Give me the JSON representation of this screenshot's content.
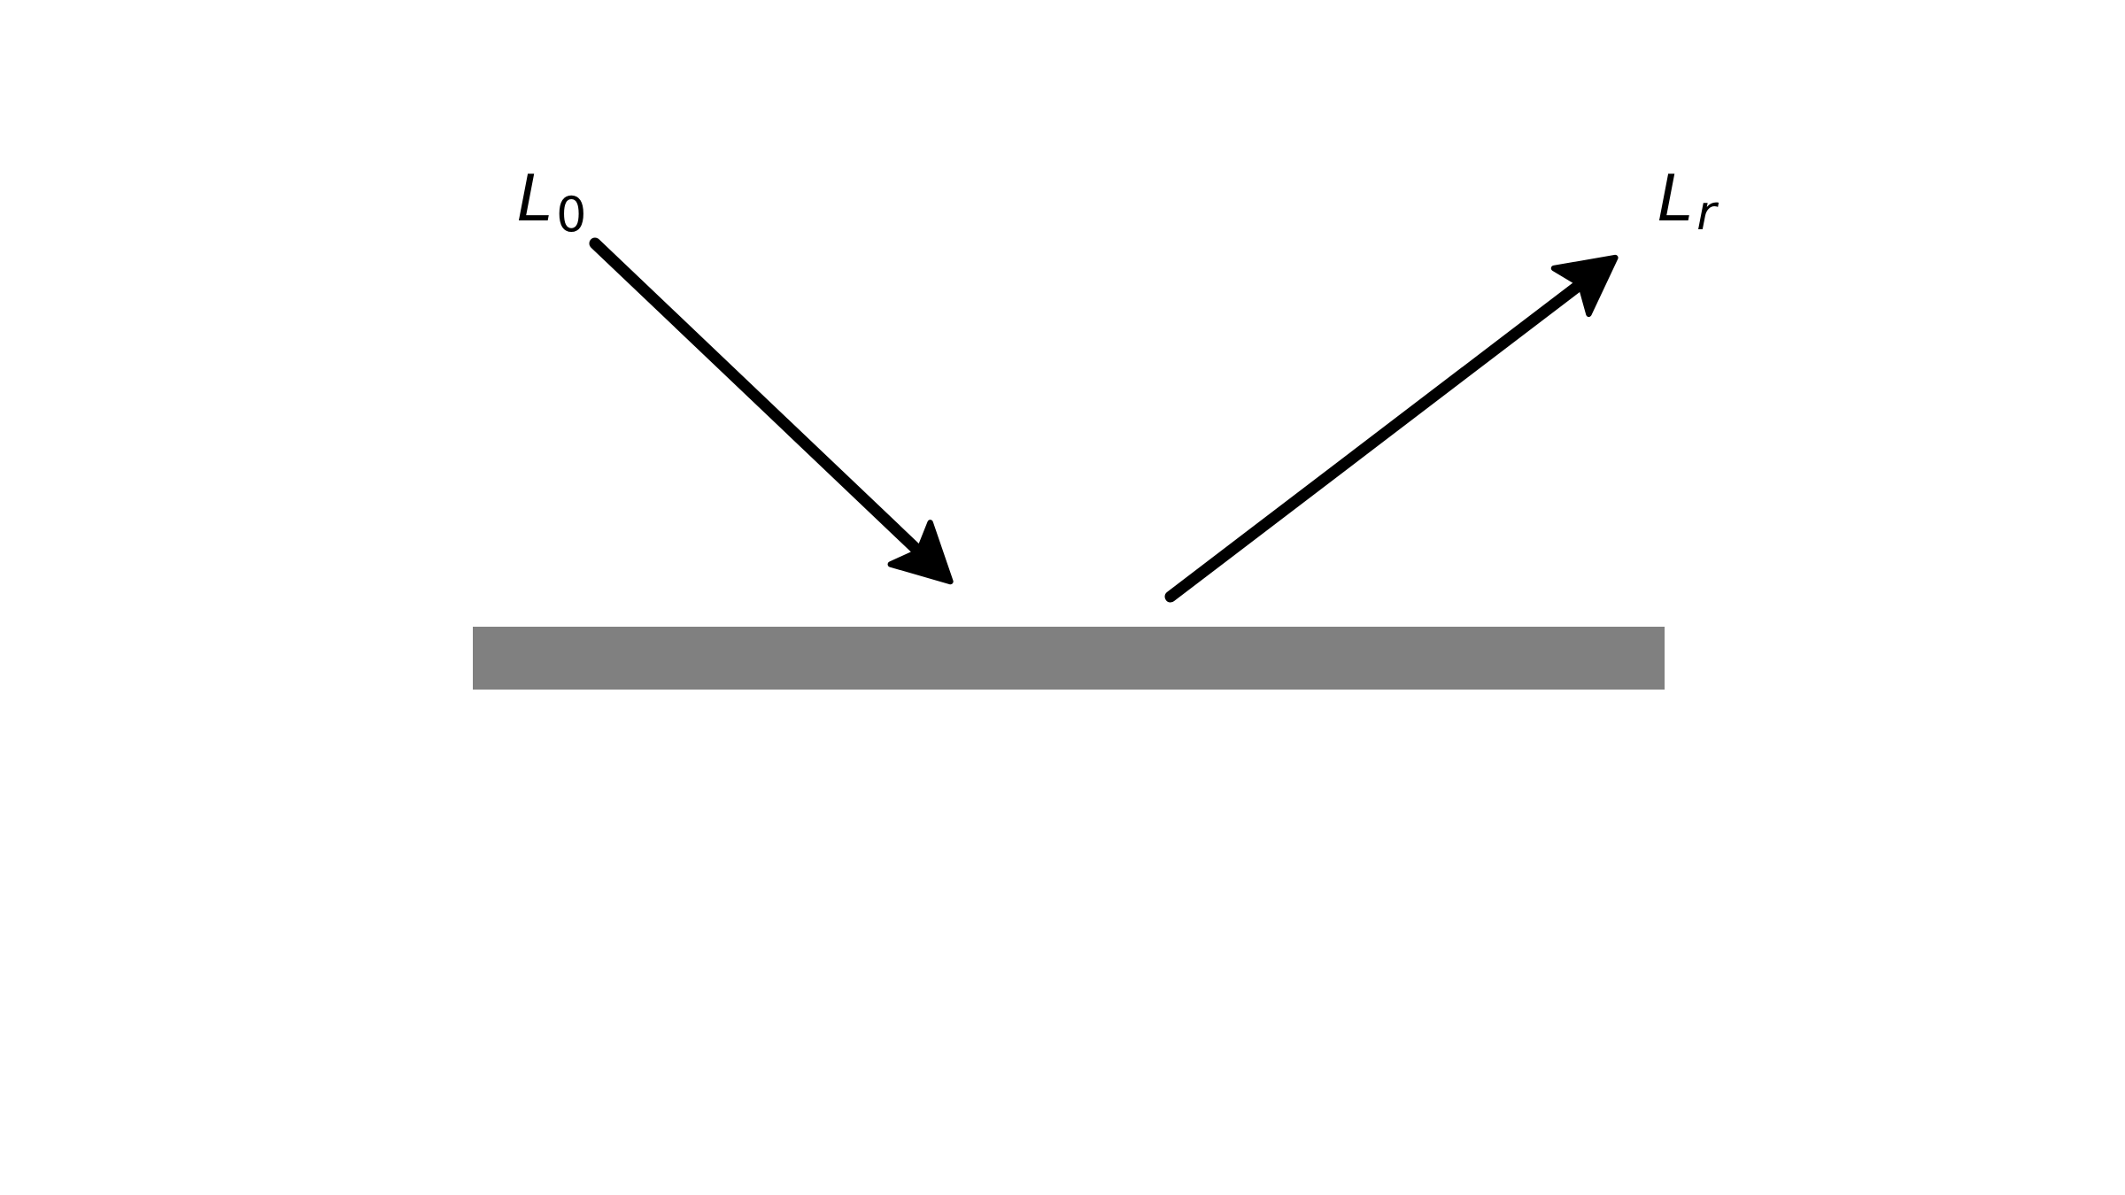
{
  "diagram": {
    "incident_label": {
      "main": "L",
      "sub": "0"
    },
    "reflected_label": {
      "main": "L",
      "sub": "r"
    },
    "colors": {
      "surface": "#808080",
      "arrow": "#000000",
      "background": "#ffffff"
    }
  }
}
